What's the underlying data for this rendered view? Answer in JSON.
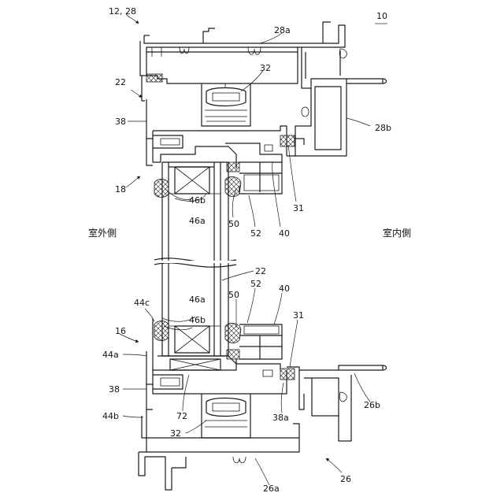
{
  "figure": {
    "reference_number": "10",
    "outdoor_side_label": "室外側",
    "indoor_side_label": "室内側"
  },
  "labels": {
    "l_12_28": "12, 28",
    "l_28a": "28a",
    "l_32_top": "32",
    "l_22_top": "22",
    "l_28b": "28b",
    "l_38_top": "38",
    "l_18": "18",
    "l_46b_top": "46b",
    "l_46a_top": "46a",
    "l_50_top": "50",
    "l_52_top": "52",
    "l_40_top": "40",
    "l_31_top": "31",
    "l_22_mid": "22",
    "l_52_bot": "52",
    "l_40_bot": "40",
    "l_46a_bot": "46a",
    "l_50_bot": "50",
    "l_46b_bot": "46b",
    "l_44c": "44c",
    "l_16": "16",
    "l_31_bot": "31",
    "l_44a": "44a",
    "l_38_bot": "38",
    "l_26b": "26b",
    "l_72": "72",
    "l_38a": "38a",
    "l_44b": "44b",
    "l_32_bot": "32",
    "l_26a": "26a",
    "l_26": "26"
  }
}
